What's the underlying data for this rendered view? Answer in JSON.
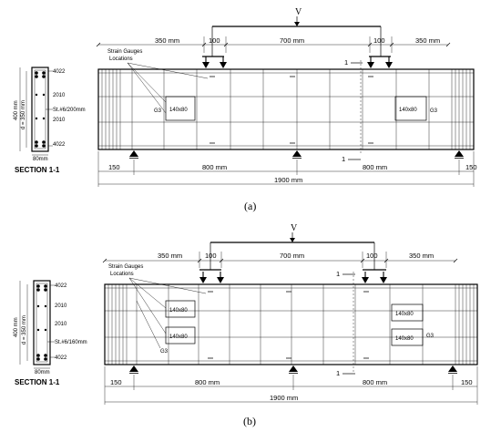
{
  "panels": [
    {
      "caption": "(a)",
      "load_label": "V",
      "dims_top": [
        "350 mm",
        "100",
        "700 mm",
        "100",
        "350 mm"
      ],
      "dims_bottom": [
        "150",
        "800 mm",
        "800 mm",
        "150"
      ],
      "total_length": "1900 mm",
      "strain_gauges_label": "Strain Gauges",
      "strain_gauges_label2": "Locations",
      "opening_labels": [
        "140x80",
        "140x80"
      ],
      "gauge_labels": [
        "G3",
        "G3"
      ],
      "section_cut_label": "1",
      "section_title": "SECTION 1-1",
      "section_height": "400 mm",
      "section_depth": "d = 350 mm",
      "section_width": "80mm",
      "rebar_labels": [
        "4022",
        "2010",
        "St.#6/200mm",
        "2010",
        "4022"
      ]
    },
    {
      "caption": "(b)",
      "load_label": "V",
      "dims_top": [
        "350 mm",
        "100",
        "700 mm",
        "100",
        "350 mm"
      ],
      "dims_bottom": [
        "150",
        "800 mm",
        "800 mm",
        "150"
      ],
      "total_length": "1900 mm",
      "strain_gauges_label": "Strain Gauges",
      "strain_gauges_label2": "Locations",
      "opening_labels": [
        "140x80",
        "140x80",
        "140x80",
        "140x80"
      ],
      "gauge_labels": [
        "G3",
        "G3"
      ],
      "section_cut_label": "1",
      "section_title": "SECTION 1-1",
      "section_height": "400 mm",
      "section_depth": "d = 350 mm",
      "section_width": "80mm",
      "rebar_labels": [
        "4022",
        "2010",
        "2010",
        "St.#6/160mm",
        "4022"
      ]
    }
  ]
}
